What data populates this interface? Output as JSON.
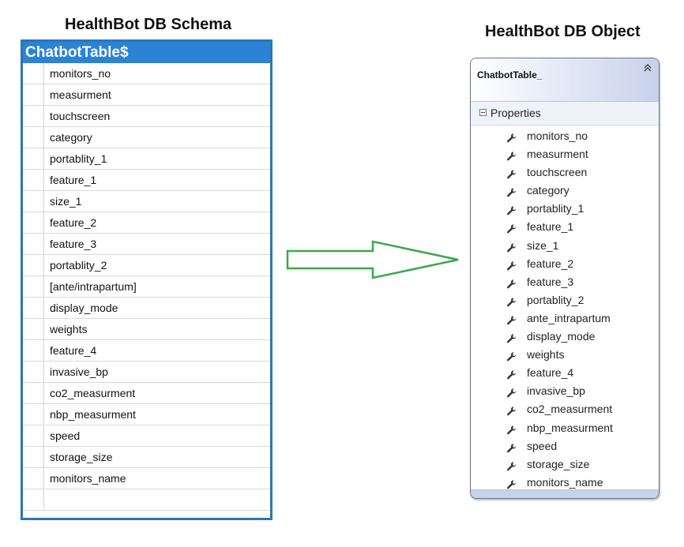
{
  "left": {
    "title": "HealthBot DB Schema",
    "table_name": "ChatbotTable$",
    "columns": [
      "monitors_no",
      "measurment",
      "touchscreen",
      "category",
      "portablity_1",
      "feature_1",
      "size_1",
      "feature_2",
      "feature_3",
      "portablity_2",
      "[ante/intrapartum]",
      "display_mode",
      "weights",
      "feature_4",
      "invasive_bp",
      "co2_measurment",
      "nbp_measurment",
      "speed",
      "storage_size",
      "monitors_name"
    ]
  },
  "right": {
    "title": "HealthBot DB Object",
    "object_name": "ChatbotTable_",
    "section_label": "Properties",
    "collapse_icon": "double-chevron-up-icon",
    "property_icon": "wrench-icon",
    "properties": [
      "monitors_no",
      "measurment",
      "touchscreen",
      "category",
      "portablity_1",
      "feature_1",
      "size_1",
      "feature_2",
      "feature_3",
      "portablity_2",
      "ante_intrapartum",
      "display_mode",
      "weights",
      "feature_4",
      "invasive_bp",
      "co2_measurment",
      "nbp_measurment",
      "speed",
      "storage_size",
      "monitors_name"
    ]
  },
  "colors": {
    "schema_header": "#2c83d6",
    "schema_border": "#2e75b6",
    "arrow_stroke": "#3aa84c",
    "object_header_accent": "#c7d1ea"
  }
}
